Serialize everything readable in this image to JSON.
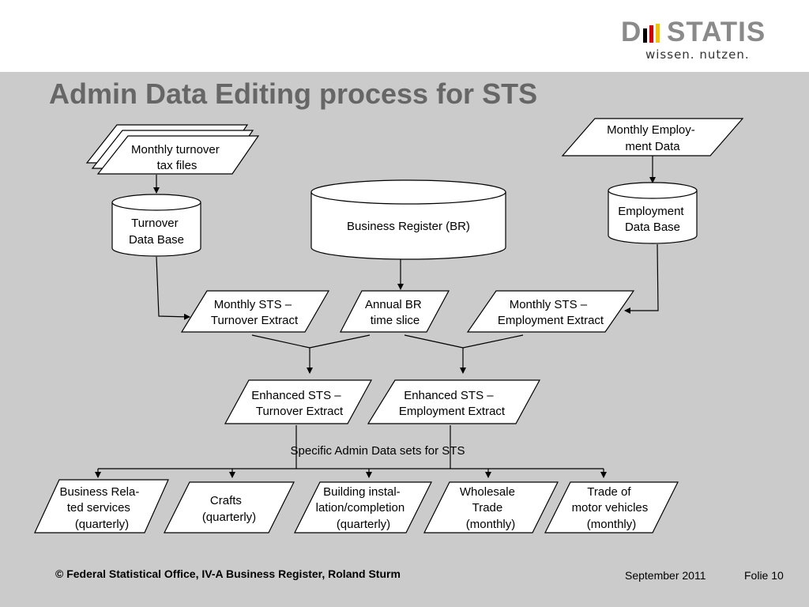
{
  "logo": {
    "brand_left": "D",
    "brand_right": "STATIS",
    "tagline": "wissen. nutzen."
  },
  "title": "Admin Data Editing process for STS",
  "nodes": {
    "turnover_files": [
      "Monthly turnover",
      "tax files"
    ],
    "employment_data": [
      "Monthly Employ-",
      "ment Data"
    ],
    "turnover_db": [
      "Turnover",
      "Data Base"
    ],
    "business_register": [
      "Business Register (BR)"
    ],
    "employment_db": [
      "Employment",
      "Data Base"
    ],
    "sts_turnover_extract": [
      "Monthly STS –",
      "Turnover Extract"
    ],
    "annual_br": [
      "Annual BR",
      "time slice"
    ],
    "sts_employment_extract": [
      "Monthly STS –",
      "Employment Extract"
    ],
    "enhanced_turnover": [
      "Enhanced STS –",
      "Turnover Extract"
    ],
    "enhanced_employment": [
      "Enhanced STS –",
      "Employment Extract"
    ],
    "specific_label": "Specific Admin Data sets for STS",
    "out_business": [
      "Business Rela-",
      "ted services",
      "(quarterly)"
    ],
    "out_crafts": [
      "Crafts",
      "(quarterly)"
    ],
    "out_building": [
      "Building instal-",
      "lation/completion",
      "(quarterly)"
    ],
    "out_wholesale": [
      "Wholesale",
      "Trade",
      "(monthly)"
    ],
    "out_trade": [
      "Trade of",
      "motor vehicles",
      "(monthly)"
    ]
  },
  "footer": {
    "copyright": "© Federal Statistical Office, IV-A Business Register, Roland Sturm",
    "date": "September 2011",
    "page": "Folie 10"
  }
}
